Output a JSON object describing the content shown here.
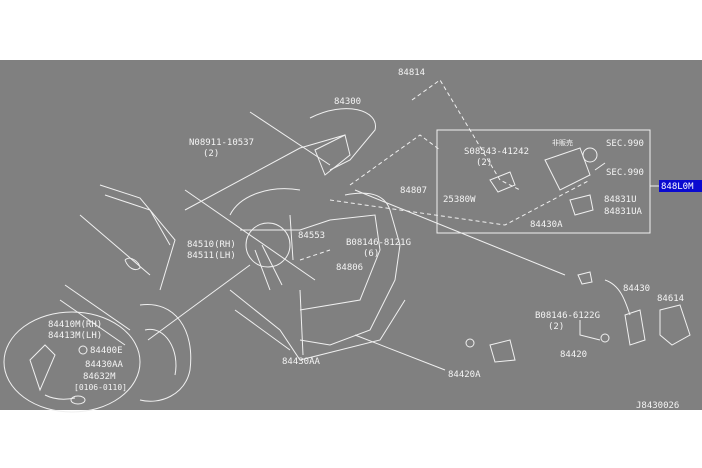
{
  "diagram": {
    "code": "J8430026",
    "colors": {
      "background": "#808080",
      "lines": "#f0f0f0",
      "highlight": "#0a0ad0"
    },
    "labels": {
      "p84814": "84814",
      "p84300": "84300",
      "n08911": "N08911-10537",
      "n08911_qty": "(2)",
      "s08543": "S08543-41242",
      "s08543_qty": "(2)",
      "not_for_sale": "非販売",
      "sec990_a": "SEC.990",
      "sec990_b": "SEC.990",
      "p848L0M": "848L0M",
      "p84807": "84807",
      "p25380W": "25380W",
      "p84831U": "84831U",
      "p84831UA": "84831UA",
      "p84430A": "84430A",
      "p84553": "84553",
      "b08146_8121": "B08146-8121G",
      "b08146_8121_qty": "(6)",
      "p84510": "84510(RH)",
      "p84511": "84511(LH)",
      "p84806": "84806",
      "p84430": "84430",
      "p84614": "84614",
      "b08146_6122": "B08146-6122G",
      "b08146_6122_qty": "(2)",
      "p84410M": "84410M(RH)",
      "p84413M": "84413M(LH)",
      "p84400E": "84400E",
      "p84420": "84420",
      "p84430AA_main": "84430AA",
      "p84420A": "84420A",
      "p84430AA_inset": "84430AA",
      "p84632M": "84632M",
      "p84632M_range": "[0106-0110]"
    }
  }
}
